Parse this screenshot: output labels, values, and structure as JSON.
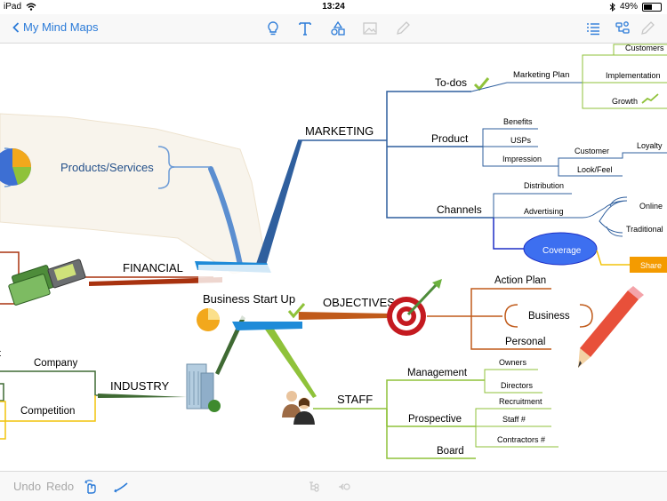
{
  "status_bar": {
    "device": "iPad",
    "time": "13:24",
    "battery": "49%",
    "battery_level": 0.49
  },
  "toolbar": {
    "back_label": "My Mind Maps",
    "icons": [
      "lightbulb-icon",
      "text-style-icon",
      "shapes-icon",
      "image-icon",
      "pencil-icon",
      "outline-icon",
      "share-branch-icon",
      "edit-pen-icon"
    ]
  },
  "mindmap": {
    "center": "Business Start Up",
    "main_branches": {
      "marketing": "MARKETING",
      "financial": "FINANCIAL",
      "objectives": "OBJECTIVES",
      "industry": "INDUSTRY",
      "staff": "STAFF",
      "products": "Products/Services"
    },
    "marketing": {
      "todos": "To-dos",
      "marketing_plan": "Marketing Plan",
      "customers": "Customers",
      "implementation": "Implementation",
      "growth": "Growth",
      "product": "Product",
      "benefits": "Benefits",
      "usps": "USPs",
      "impression": "Impression",
      "customer": "Customer",
      "loyalty": "Loyalty",
      "lookfeel": "Look/Feel",
      "channels": "Channels",
      "distribution": "Distribution",
      "advertising": "Advertising",
      "online": "Online",
      "traditional": "Traditional",
      "coverage": "Coverage",
      "share": "Share"
    },
    "objectives": {
      "action_plan": "Action Plan",
      "business": "Business",
      "personal": "Personal"
    },
    "industry": {
      "company": "Company",
      "competition": "Competition",
      "edge_t": "t"
    },
    "staff": {
      "management": "Management",
      "owners": "Owners",
      "directors": "Directors",
      "prospective": "Prospective",
      "recruitment": "Recruitment",
      "staff_num": "Staff #",
      "contractors": "Contractors #",
      "board": "Board"
    }
  },
  "bottom_bar": {
    "undo": "Undo",
    "redo": "Redo"
  },
  "colors": {
    "accent": "#2b7bd8",
    "marketing": "#2f5f9e",
    "objectives": "#c05a1a",
    "staff": "#8fc23a",
    "industry": "#3f6a33",
    "financial": "#a8320f",
    "yellow": "#f2c40c",
    "coverage": "#3d6ff0",
    "share": "#f49b00"
  }
}
